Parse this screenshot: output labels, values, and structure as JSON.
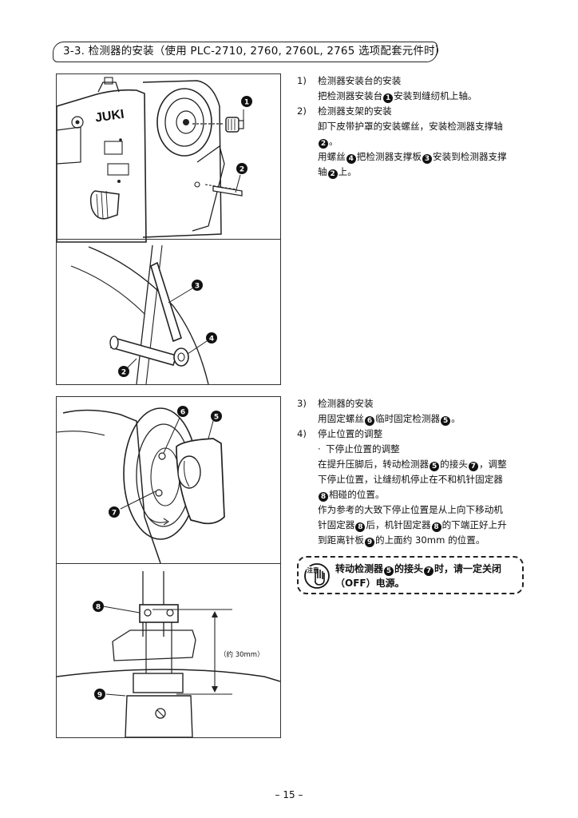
{
  "section": {
    "title": "3-3. 检测器的安装（使用 PLC-2710, 2760, 2760L, 2765 选项配套元件时）"
  },
  "figures": {
    "top": {
      "brand_label": "JUKI",
      "callouts": [
        "1",
        "2",
        "3",
        "4",
        "2"
      ]
    },
    "bottom": {
      "callouts": [
        "6",
        "5",
        "7",
        "8",
        "9"
      ],
      "dimension_label": "（约 30mm）"
    }
  },
  "instructions": {
    "step1": {
      "num": "1)",
      "title": "检测器安装台的安装",
      "line1_a": "把检测器安装台",
      "line1_badge": "1",
      "line1_b": "安装到缝纫机上轴。"
    },
    "step2": {
      "num": "2)",
      "title": "检测器支架的安装",
      "line1": "卸下皮带护罩的安装螺丝，安装检测器支撑轴",
      "line1_badge": "2",
      "line1_end": "。",
      "line2_a": "用螺丝",
      "line2_badge_a": "4",
      "line2_b": "把检测器支撑板",
      "line2_badge_b": "3",
      "line2_c": "安装到检测器支撑",
      "line3_a": "轴",
      "line3_badge": "2",
      "line3_b": "上。"
    },
    "step3": {
      "num": "3)",
      "title": "检测器的安装",
      "line1_a": "用固定螺丝",
      "line1_badge_a": "6",
      "line1_b": "临时固定检测器",
      "line1_badge_b": "5",
      "line1_c": "。"
    },
    "step4": {
      "num": "4)",
      "title": "停止位置的调整",
      "bullet": "·",
      "sub_title": "下停止位置的调整",
      "p1_l1_a": "在提升压脚后，转动检测器",
      "p1_l1_badge_a": "5",
      "p1_l1_b": "的接头",
      "p1_l1_badge_b": "7",
      "p1_l1_c": "，调整",
      "p1_l2": "下停止位置，让缝纫机停止在不和机针固定器",
      "p1_l3_badge": "8",
      "p1_l3": "相碰的位置。",
      "p2_l1": "作为参考的大致下停止位置是从上向下移动机",
      "p2_l2_a": "针固定器",
      "p2_l2_badge_a": "8",
      "p2_l2_b": "后，机针固定器",
      "p2_l2_badge_b": "8",
      "p2_l2_c": "的下端正好上升",
      "p2_l3_a": "到距离针板",
      "p2_l3_badge": "9",
      "p2_l3_b": "的上面约 30mm 的位置。"
    }
  },
  "caution": {
    "icon_label": "注意",
    "l1_a": "转动检测器",
    "l1_badge_a": "5",
    "l1_b": "的接头",
    "l1_badge_b": "7",
    "l1_c": "时，请一定关闭",
    "l2": "（OFF）电源。"
  },
  "footer": {
    "page_number": "– 15 –"
  }
}
